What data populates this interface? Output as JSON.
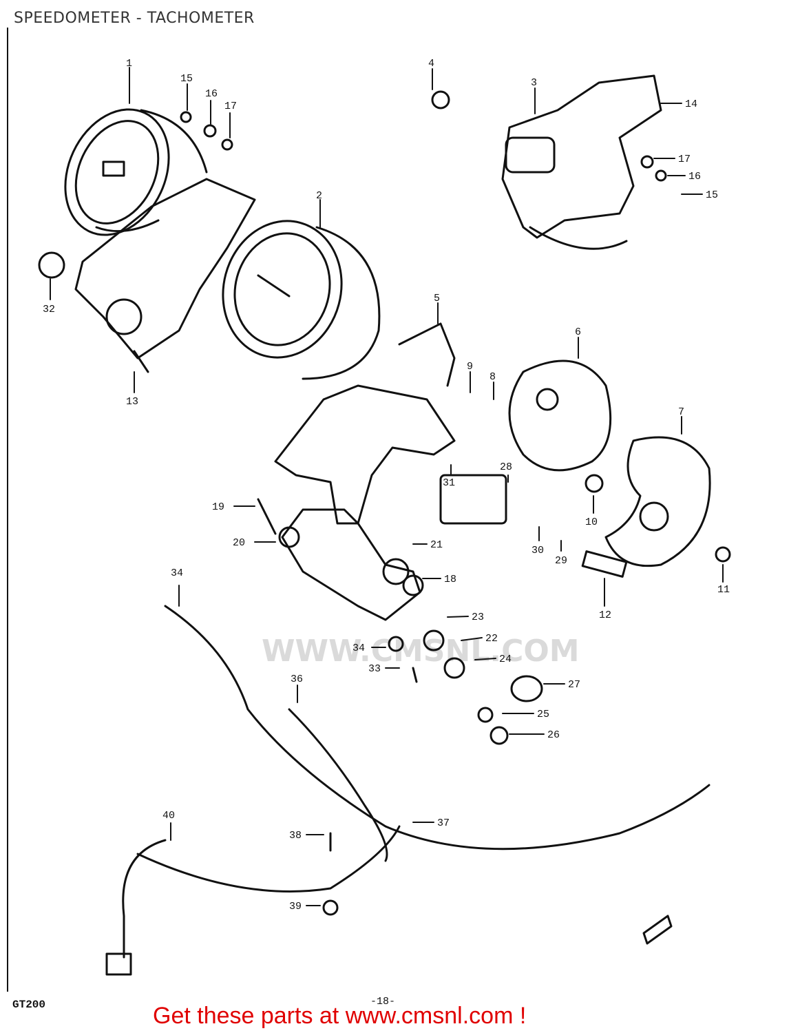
{
  "header": {
    "title": "SPEEDOMETER - TACHOMETER"
  },
  "footer": {
    "model_code": "GT200",
    "page_number": "-18-",
    "buy_link_text": "Get these parts at www.cmsnl.com !"
  },
  "watermark": {
    "text": "WWW.CMSNL.COM"
  },
  "callouts": [
    "1",
    "2",
    "3",
    "4",
    "5",
    "6",
    "7",
    "8",
    "9",
    "10",
    "11",
    "12",
    "13",
    "14",
    "15",
    "16",
    "17",
    "17",
    "16",
    "15",
    "18",
    "19",
    "20",
    "21",
    "22",
    "23",
    "24",
    "25",
    "26",
    "27",
    "28",
    "29",
    "30",
    "31",
    "32",
    "33",
    "34",
    "34",
    "36",
    "37",
    "38",
    "39",
    "40"
  ],
  "colors": {
    "line": "#111111",
    "link": "#e00000",
    "title": "#333333"
  }
}
